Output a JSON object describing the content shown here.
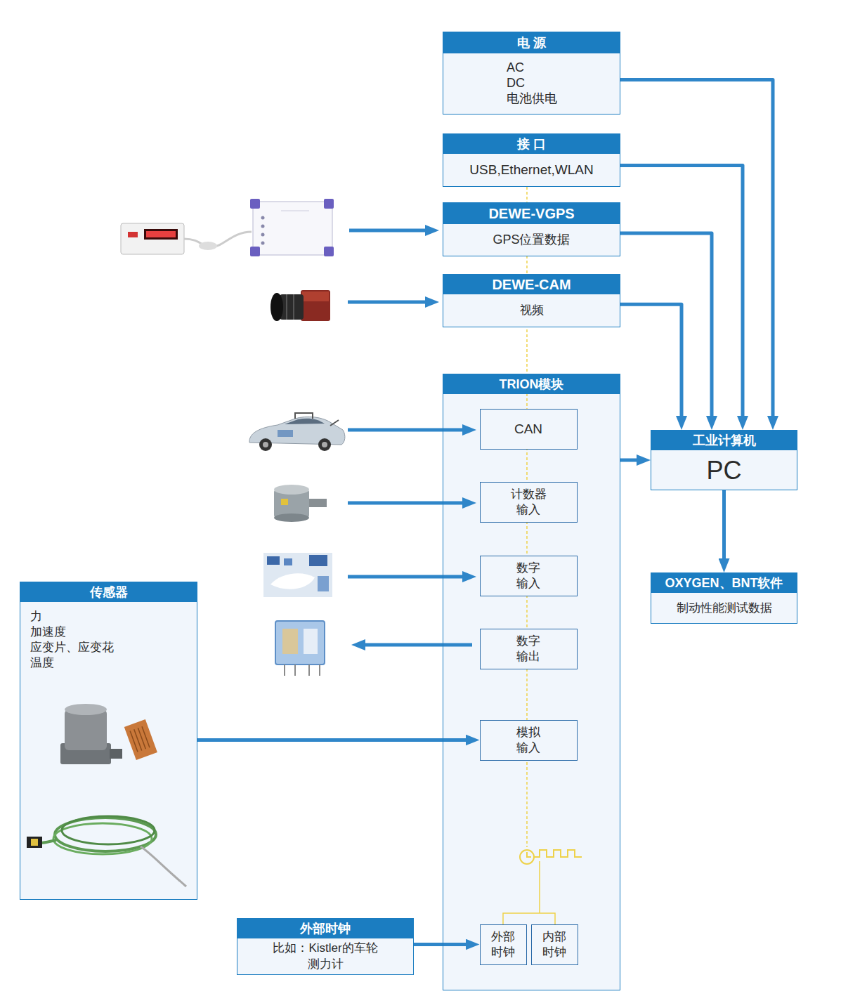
{
  "diagram": {
    "nodes": [
      {
        "text": [
          "电 源",
          "AC DC 电池供电"
        ]
      },
      {
        "text": [
          "接 口",
          "USB,Ethernet,WLAN"
        ]
      },
      {
        "text": [
          "DEWE-VGPS",
          "GPS位置数据"
        ]
      },
      {
        "text": [
          "DEWE-CAM",
          "视频"
        ]
      },
      {
        "text": [
          "TRION模块"
        ]
      },
      {
        "text": [
          "CAN"
        ],
        "in": 4
      },
      {
        "text": [
          "计数器 输入"
        ],
        "in": 4
      },
      {
        "text": [
          "数字 输入"
        ],
        "in": 4
      },
      {
        "text": [
          "数字 输出"
        ],
        "in": 4
      },
      {
        "text": [
          "模拟 输入"
        ],
        "in": 4
      },
      {
        "text": [
          "外部 时钟"
        ],
        "in": 4
      },
      {
        "text": [
          "内部 时钟"
        ],
        "in": 4
      },
      {
        "text": [
          "工业计算机",
          "PC"
        ]
      },
      {
        "text": [
          "OXYGEN、BNT软件",
          "制动性能测试数据"
        ]
      },
      {
        "text": [
          "传感器",
          "力 加速度 应变片、应变花 温度"
        ]
      },
      {
        "text": [
          "外部时钟",
          "比如：Kistler的车轮 测力计"
        ]
      }
    ],
    "edges": [
      {
        "from": 0,
        "to": 12,
        "arrow": "to"
      },
      {
        "from": 1,
        "to": 12,
        "arrow": "to"
      },
      {
        "from": 2,
        "to": 12,
        "arrow": "to"
      },
      {
        "from": 3,
        "to": 12,
        "arrow": "to"
      },
      {
        "from": 4,
        "to": 12,
        "arrow": "to"
      },
      {
        "from": 12,
        "to": 13,
        "arrow": "to"
      },
      {
        "from": 14,
        "to": 9,
        "arrow": "to"
      },
      {
        "from": 15,
        "to": 10,
        "arrow": "to"
      }
    ]
  }
}
